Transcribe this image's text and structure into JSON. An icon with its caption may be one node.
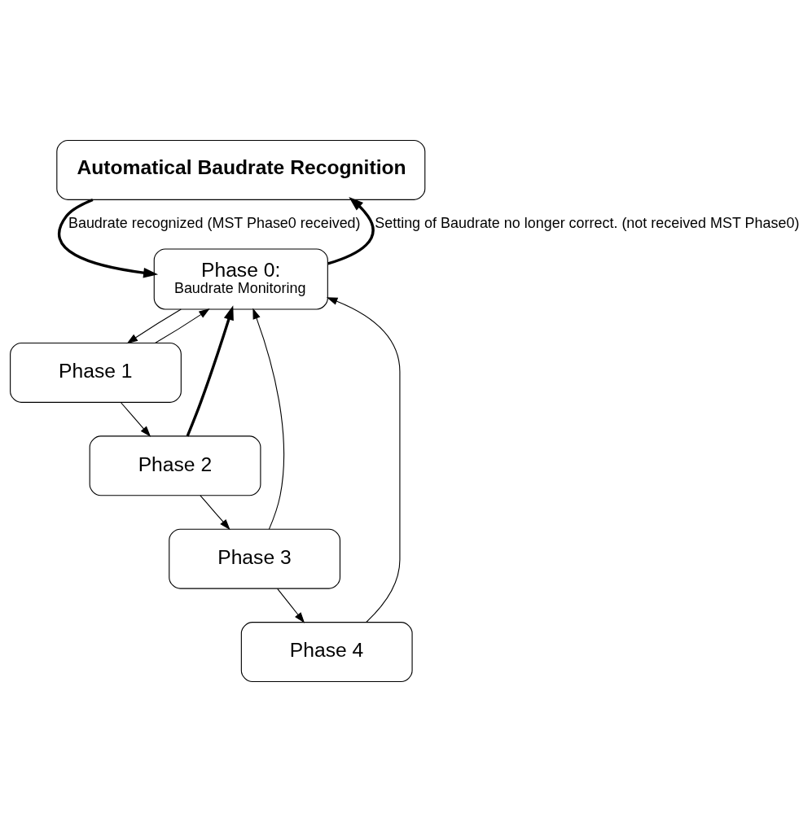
{
  "diagram": {
    "nodes": [
      {
        "text": [
          "Automatical Baudrate Recognition"
        ]
      },
      {
        "text": [
          "Phase 0:",
          "Baudrate Monitoring"
        ]
      },
      {
        "text": [
          "Phase 1"
        ]
      },
      {
        "text": [
          "Phase 2"
        ]
      },
      {
        "text": [
          "Phase 3"
        ]
      },
      {
        "text": [
          "Phase 4"
        ]
      }
    ],
    "edges": [
      {
        "from": 0,
        "to": 1,
        "arrow": "to",
        "style": "thick",
        "label": "Baudrate recognized (MST Phase0 received)"
      },
      {
        "from": 1,
        "to": 0,
        "arrow": "to",
        "style": "thick",
        "label": "Setting of Baudrate no longer correct. (not received MST Phase0)"
      },
      {
        "from": 1,
        "to": 2,
        "arrow": "to"
      },
      {
        "from": 2,
        "to": 3,
        "arrow": "to"
      },
      {
        "from": 3,
        "to": 4,
        "arrow": "to"
      },
      {
        "from": 4,
        "to": 5,
        "arrow": "to"
      },
      {
        "from": 2,
        "to": 1,
        "arrow": "to"
      },
      {
        "from": 3,
        "to": 1,
        "arrow": "to",
        "style": "thick"
      },
      {
        "from": 4,
        "to": 1,
        "arrow": "to"
      },
      {
        "from": 5,
        "to": 1,
        "arrow": "to"
      }
    ]
  }
}
